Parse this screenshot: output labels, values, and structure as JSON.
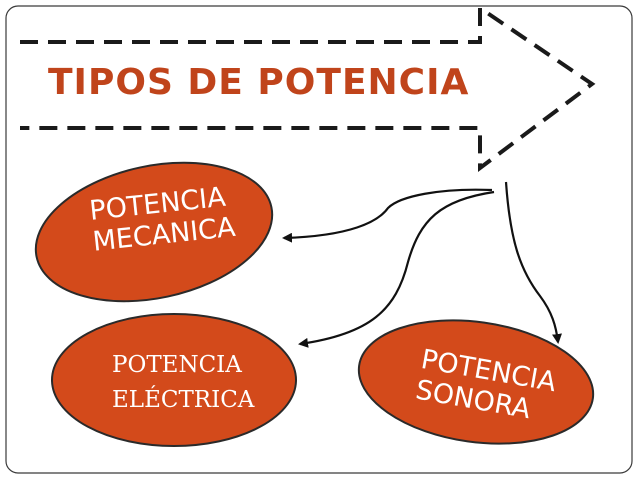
{
  "title": "TIPOS DE POTENCIA",
  "nodes": {
    "mecanica": {
      "line1": "POTENCIA",
      "line2": "MECANICA"
    },
    "electrica": {
      "line1": "POTENCIA",
      "line2": "ELÉCTRICA"
    },
    "sonora": {
      "line1": "POTENCIA",
      "line2": "SONORA"
    }
  },
  "colors": {
    "title": "#c0441b",
    "node_fill": "#d34a1b",
    "node_border": "#2a2a2a",
    "frame": "#3a3a3a",
    "arrow": "#111111"
  }
}
